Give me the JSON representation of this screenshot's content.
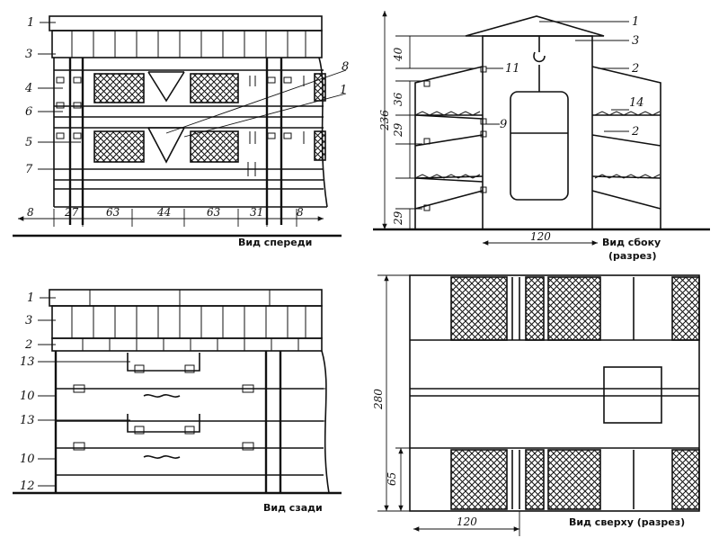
{
  "front_view": {
    "caption": "Вид спереди",
    "callouts": [
      "1",
      "3",
      "4",
      "6",
      "5",
      "7",
      "8",
      "1"
    ],
    "dims": [
      "8",
      "27",
      "63",
      "44",
      "63",
      "31",
      "8"
    ]
  },
  "side_view": {
    "caption_line1": "Вид сбоку",
    "caption_line2": "(разрез)",
    "callouts": [
      "1",
      "3",
      "2",
      "11",
      "9",
      "14",
      "2"
    ],
    "dims": [
      "40",
      "36",
      "29",
      "29",
      "236",
      "120"
    ]
  },
  "back_view": {
    "caption": "Вид сзади",
    "callouts": [
      "1",
      "3",
      "2",
      "13",
      "10",
      "13",
      "10",
      "12"
    ]
  },
  "top_view": {
    "caption": "Вид сверху (разрез)",
    "dims": [
      "280",
      "65",
      "120"
    ]
  }
}
